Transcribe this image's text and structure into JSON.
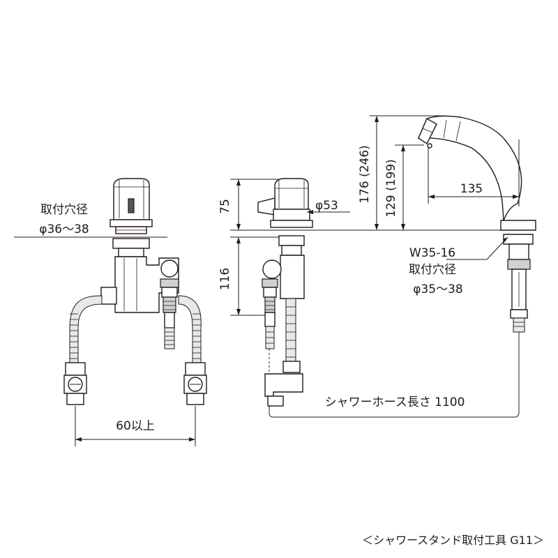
{
  "labels": {
    "left_hole_title": "取付穴径",
    "left_hole_dia": "φ36～38",
    "pitch": "60以上",
    "height_upper": "75",
    "height_lower": "116",
    "knob_dia": "φ53",
    "spout_height": "176 (246)",
    "spout_inner_height": "129 (199)",
    "spout_reach": "135",
    "thread": "W35-16",
    "right_hole_title": "取付穴径",
    "right_hole_dia": "φ35～38",
    "hose_length": "シャワーホース長さ 1100",
    "footnote": "＜シャワースタンド取付工具 G11＞"
  }
}
